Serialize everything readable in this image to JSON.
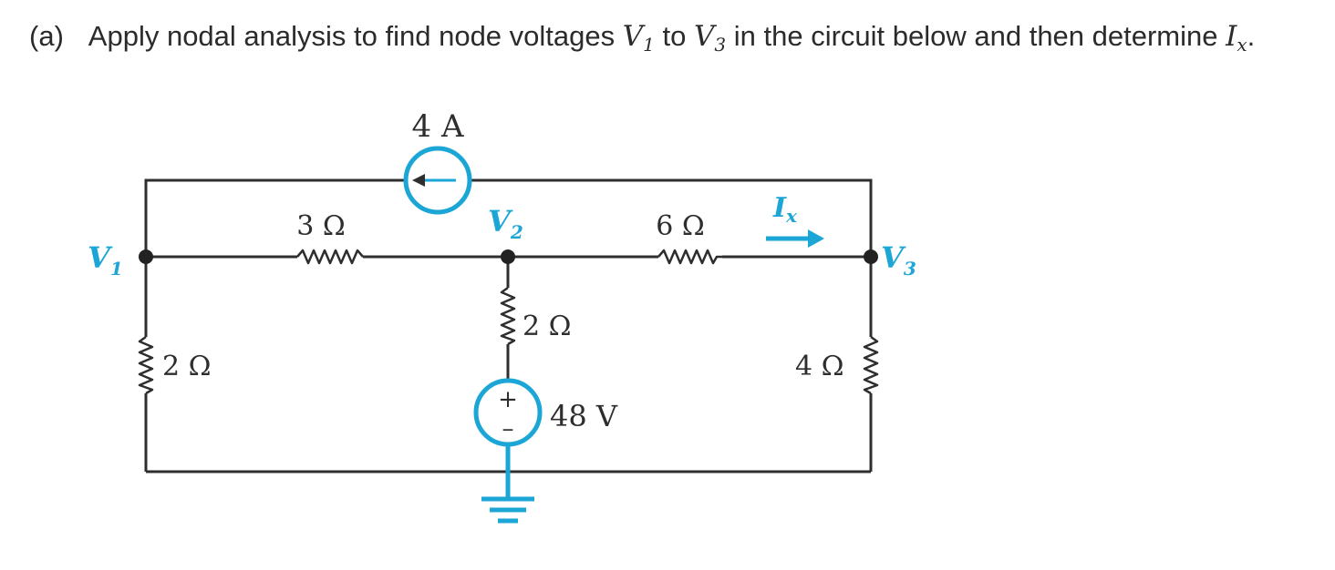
{
  "question": {
    "label": "(a)",
    "part1": "Apply nodal analysis to find node voltages",
    "v1_var": "V",
    "v1_sub": "1",
    "to": "to",
    "v3_var": "V",
    "v3_sub": "3",
    "part2": "in the circuit below and then determine",
    "ix_var": "I",
    "ix_sub": "x",
    "end": "."
  },
  "circuit": {
    "current_source": "4 A",
    "r_v1_v2": "3 Ω",
    "r_v2_v3": "6 Ω",
    "r_v1_gnd": "2 Ω",
    "r_v2_src": "2 Ω",
    "r_v3_gnd": "4 Ω",
    "voltage_source": "48 V",
    "plus_sign": "+",
    "minus_sign": "–",
    "node_v1": {
      "var": "V",
      "sub": "1"
    },
    "node_v2": {
      "var": "V",
      "sub": "2"
    },
    "node_v3": {
      "var": "V",
      "sub": "3"
    },
    "current_ix": {
      "var": "I",
      "sub": "x"
    },
    "colors": {
      "wire": "#2e2e2e",
      "accent": "#1ba6d6"
    }
  }
}
